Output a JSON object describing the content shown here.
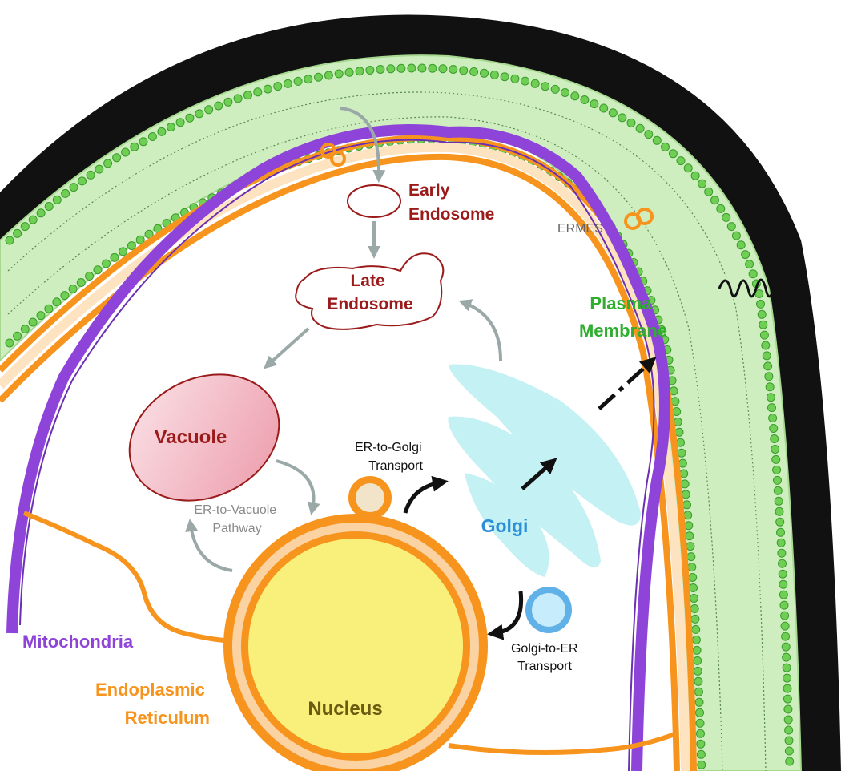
{
  "labels": {
    "early_endosome": [
      "Early",
      "Endosome"
    ],
    "late_endosome": [
      "Late",
      "Endosome"
    ],
    "vacuole": "Vacuole",
    "plasma_membrane": [
      "Plasma",
      "Membrane"
    ],
    "golgi": "Golgi",
    "nucleus": "Nucleus",
    "mitochondria": "Mitochondria",
    "endoplasmic_reticulum": [
      "Endoplasmic",
      "Reticulum"
    ],
    "ermes": "ERMES",
    "er_to_golgi": [
      "ER-to-Golgi",
      "Transport"
    ],
    "er_to_vacuole": [
      "ER-to-Vacuole",
      "Pathway"
    ],
    "golgi_to_er": [
      "Golgi-to-ER",
      "Transport"
    ]
  },
  "colors": {
    "cell_wall": "#111111",
    "membrane_fill": "#cfeec0",
    "lipid_head": "#6fcf55",
    "lipid_head_stroke": "#3b9a2c",
    "er": "#f7941d",
    "er_light": "#fbc98a",
    "mitochondria": "#8e44d8",
    "endosome": "#9b1b1b",
    "vacuole_fill": "#f3b8c2",
    "golgi": "#c4f1f4",
    "golgi_text": "#2a8fd8",
    "plasma_text": "#2fae2f",
    "nucleus_fill": "#f8f07a",
    "nucleus_text": "#6b5a10",
    "mito_text": "#8e44d8",
    "er_text": "#f7941d",
    "grey_arrow": "#9aa8a8",
    "black": "#111111"
  }
}
